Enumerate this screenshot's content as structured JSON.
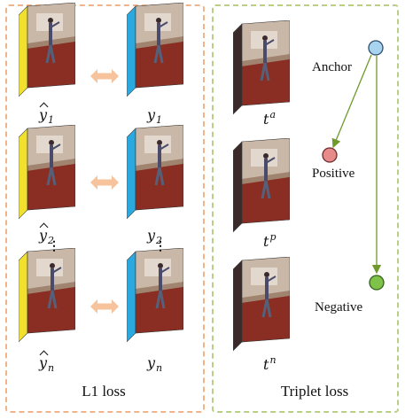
{
  "l1_panel": {
    "title": "L1 loss",
    "rows": [
      {
        "pred": "y",
        "pred_sub": "1",
        "target": "y",
        "target_sub": "1"
      },
      {
        "pred": "y",
        "pred_sub": "2",
        "target": "y",
        "target_sub": "2"
      },
      {
        "pred": "y",
        "pred_sub": "n",
        "target": "y",
        "target_sub": "n"
      }
    ],
    "dots": "⋮"
  },
  "triplet_panel": {
    "title": "Triplet loss",
    "frames": [
      {
        "var": "t",
        "sup": "a"
      },
      {
        "var": "t",
        "sup": "p"
      },
      {
        "var": "t",
        "sup": "n"
      }
    ],
    "anchor": "Anchor",
    "positive": "Positive",
    "negative": "Negative"
  },
  "colors": {
    "l1_border": "#f0b48a",
    "triplet_border": "#b9cf86",
    "pred_frame_edge": "#f2e12c",
    "target_frame_edge": "#2aa8e0",
    "double_arrow": "#f6c39c",
    "anchor_node": "#a9d4ef",
    "positive_node": "#e68a8a",
    "negative_node": "#7ec24a",
    "triplet_arrow": "#6f9a2a"
  }
}
